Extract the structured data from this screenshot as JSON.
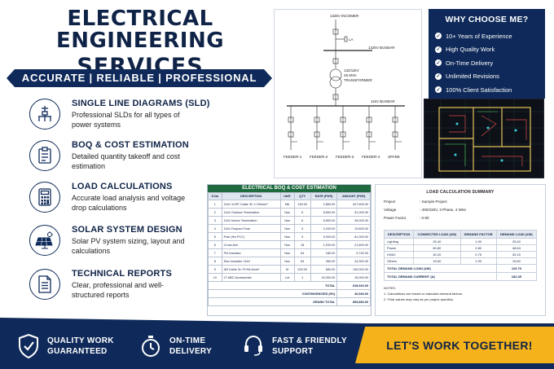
{
  "title": {
    "line1": "ELECTRICAL ENGINEERING",
    "line2": "SERVICES"
  },
  "tagline": "ACCURATE | RELIABLE | PROFESSIONAL",
  "services": [
    {
      "name": "sld",
      "icon": "single-line-diagram-icon",
      "heading": "SINGLE LINE DIAGRAMS (SLD)",
      "desc": "Professional SLDs for all types of power systems"
    },
    {
      "name": "boq",
      "icon": "clipboard-list-icon",
      "heading": "BOQ & COST ESTIMATION",
      "desc": "Detailed quantity takeoff and cost estimation"
    },
    {
      "name": "load",
      "icon": "calculator-icon",
      "heading": "LOAD CALCULATIONS",
      "desc": "Accurate load analysis and voltage drop calculations"
    },
    {
      "name": "solar",
      "icon": "solar-panel-icon",
      "heading": "SOLAR SYSTEM DESIGN",
      "desc": "Solar PV system sizing, layout and calculations"
    },
    {
      "name": "reports",
      "icon": "document-icon",
      "heading": "TECHNICAL REPORTS",
      "desc": "Clear, professional and well-structured reports"
    }
  ],
  "why": {
    "title": "WHY CHOOSE ME?",
    "items": [
      "10+ Years of Experience",
      "High Quality Work",
      "On-Time Delivery",
      "Unlimited Revisions",
      "100% Client Satisfaction"
    ]
  },
  "sld": {
    "incomer": "132kV INCOMER",
    "la": "LA",
    "busbar_hv": "132kV BUSBAR",
    "transformer": [
      "132/11kV",
      "25 MVA",
      "TRANSFORMER"
    ],
    "busbar_lv": "11kV BUSBAR",
    "feeders": [
      "FEEDER-1",
      "FEEDER-2",
      "FEEDER-3",
      "FEEDER-4",
      "SPARE"
    ]
  },
  "boq": {
    "title": "ELECTRICAL BOQ & COST ESTIMATION",
    "headers": [
      "S.No",
      "DESCRIPTION",
      "UNIT",
      "QTY",
      "RATE (PKR)",
      "AMOUNT (PKR)"
    ],
    "rows": [
      [
        "1",
        "11kV XLPE Cable 3C x 240mm²",
        "Mtr",
        "150.00",
        "2,850.00",
        "427,500.00"
      ],
      [
        "2",
        "11kV Outdoor Termination",
        "Nos",
        "6",
        "8,500.00",
        "51,000.00"
      ],
      [
        "3",
        "11kV Indoor Termination",
        "Nos",
        "6",
        "6,500.00",
        "39,000.00"
      ],
      [
        "4",
        "11kV Dropout Fuse",
        "Nos",
        "9",
        "2,200.00",
        "19,800.00"
      ],
      [
        "5",
        "Pole (9m PCC)",
        "Nos",
        "9",
        "9,000.00",
        "81,000.00"
      ],
      [
        "6",
        "Cross Arm",
        "Nos",
        "18",
        "1,200.00",
        "21,600.00"
      ],
      [
        "7",
        "Pin Insulator",
        "Nos",
        "54",
        "180.00",
        "9,720.00"
      ],
      [
        "8",
        "Disc Insulator 11kV",
        "Nos",
        "54",
        "450.00",
        "24,300.00"
      ],
      [
        "9",
        "AB Cable 3x 70+54.6mm²",
        "M",
        "200.00",
        "650.00",
        "130,000.00"
      ],
      [
        "10",
        "LT ABC Accessories",
        "Lot",
        "1",
        "15,000.00",
        "15,000.00"
      ]
    ],
    "totals": [
      [
        "TOTAL",
        "818,920.00"
      ],
      [
        "CONTINGENCIES (5%)",
        "40,946.00"
      ],
      [
        "GRAND TOTAL",
        "859,866.00"
      ]
    ]
  },
  "load_calc": {
    "title": "LOAD CALCULATION SUMMARY",
    "info": [
      [
        "Project",
        ": Sample Project"
      ],
      [
        "Voltage",
        ": 400/230V, 3 Phase, 4 Wire"
      ],
      [
        "Power Factor",
        ": 0.90"
      ]
    ],
    "headers": [
      "DESCRIPTION",
      "CONNECTED LOAD (kW)",
      "DEMAND FACTOR",
      "DEMAND LOAD (kW)"
    ],
    "rows": [
      [
        "Lighting",
        "25.40",
        "1.00",
        "25.40"
      ],
      [
        "Power",
        "60.80",
        "0.80",
        "48.64"
      ],
      [
        "HVAC",
        "40.20",
        "0.75",
        "30.15"
      ],
      [
        "Others",
        "15.60",
        "1.00",
        "15.60"
      ]
    ],
    "summary": [
      [
        "TOTAL DEMAND LOAD (kW)",
        "119.79"
      ],
      [
        "TOTAL DEMAND CURRENT (A)",
        "182.35"
      ]
    ],
    "notes_title": "NOTES:",
    "notes": [
      "1.  Calculations are based on standard demand factors.",
      "2.  Final values may vary as per project specifics."
    ]
  },
  "footer": {
    "items": [
      {
        "icon": "shield-check-icon",
        "line1": "QUALITY WORK",
        "line2": "GUARANTEED"
      },
      {
        "icon": "stopwatch-icon",
        "line1": "ON-TIME",
        "line2": "DELIVERY"
      },
      {
        "icon": "headset-icon",
        "line1": "FAST & FRIENDLY",
        "line2": "SUPPORT"
      }
    ],
    "cta": "LET'S WORK TOGETHER!"
  },
  "colors": {
    "navy": "#0f2a5a",
    "accent": "#f5b21a",
    "boq_header": "#1f6b3f"
  }
}
